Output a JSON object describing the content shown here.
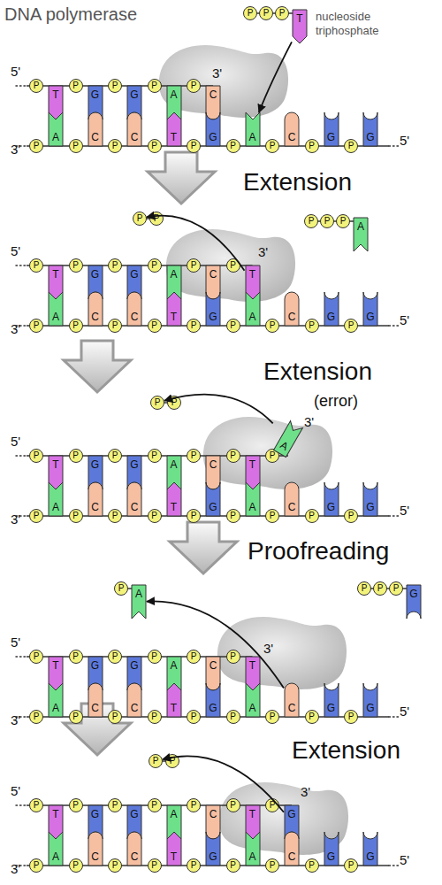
{
  "diagram": {
    "nodes": [
      {
        "text": [
          "P"
        ]
      },
      {
        "text": [
          "P"
        ]
      },
      {
        "text": [
          "P"
        ]
      },
      {
        "text": [
          "T"
        ]
      },
      {
        "text": [
          "P"
        ]
      },
      {
        "text": [
          "T"
        ]
      },
      {
        "text": [
          "P"
        ]
      },
      {
        "text": [
          "G"
        ]
      },
      {
        "text": [
          "P"
        ]
      },
      {
        "text": [
          "G"
        ]
      },
      {
        "text": [
          "P"
        ]
      },
      {
        "text": [
          "A"
        ]
      },
      {
        "text": [
          "P"
        ]
      },
      {
        "text": [
          "C"
        ]
      },
      {
        "text": [
          "P"
        ]
      },
      {
        "text": [
          "A"
        ]
      },
      {
        "text": [
          "P"
        ]
      },
      {
        "text": [
          "C"
        ]
      },
      {
        "text": [
          "P"
        ]
      },
      {
        "text": [
          "C"
        ]
      },
      {
        "text": [
          "P"
        ]
      },
      {
        "text": [
          "T"
        ]
      },
      {
        "text": [
          "P"
        ]
      },
      {
        "text": [
          "G"
        ]
      },
      {
        "text": [
          "P"
        ]
      },
      {
        "text": [
          "A"
        ]
      },
      {
        "text": [
          "P"
        ]
      },
      {
        "text": [
          "C"
        ]
      },
      {
        "text": [
          "P"
        ]
      },
      {
        "text": [
          "G"
        ]
      },
      {
        "text": [
          "P"
        ]
      },
      {
        "text": [
          "G"
        ]
      },
      {
        "text": [
          "P"
        ]
      },
      {
        "text": [
          "P"
        ]
      },
      {
        "text": [
          "P"
        ]
      },
      {
        "text": [
          "P"
        ]
      },
      {
        "text": [
          "P"
        ]
      },
      {
        "text": [
          "A"
        ]
      },
      {
        "text": [
          "P"
        ]
      },
      {
        "text": [
          "T"
        ]
      },
      {
        "text": [
          "P"
        ]
      },
      {
        "text": [
          "G"
        ]
      },
      {
        "text": [
          "P"
        ]
      },
      {
        "text": [
          "G"
        ]
      },
      {
        "text": [
          "P"
        ]
      },
      {
        "text": [
          "A"
        ]
      },
      {
        "text": [
          "P"
        ]
      },
      {
        "text": [
          "C"
        ]
      },
      {
        "text": [
          "P"
        ]
      },
      {
        "text": [
          "T"
        ]
      },
      {
        "text": [
          "P"
        ]
      },
      {
        "text": [
          "A"
        ]
      },
      {
        "text": [
          "P"
        ]
      },
      {
        "text": [
          "C"
        ]
      },
      {
        "text": [
          "P"
        ]
      },
      {
        "text": [
          "C"
        ]
      },
      {
        "text": [
          "P"
        ]
      },
      {
        "text": [
          "T"
        ]
      },
      {
        "text": [
          "P"
        ]
      },
      {
        "text": [
          "G"
        ]
      },
      {
        "text": [
          "P"
        ]
      },
      {
        "text": [
          "A"
        ]
      },
      {
        "text": [
          "P"
        ]
      },
      {
        "text": [
          "C"
        ]
      },
      {
        "text": [
          "P"
        ]
      },
      {
        "text": [
          "G"
        ]
      },
      {
        "text": [
          "P"
        ]
      },
      {
        "text": [
          "G"
        ]
      },
      {
        "text": [
          "P"
        ]
      },
      {
        "text": [
          "P"
        ]
      },
      {
        "text": [
          "P"
        ]
      },
      {
        "text": [
          "T"
        ]
      },
      {
        "text": [
          "P"
        ]
      },
      {
        "text": [
          "G"
        ]
      },
      {
        "text": [
          "P"
        ]
      },
      {
        "text": [
          "G"
        ]
      },
      {
        "text": [
          "P"
        ]
      },
      {
        "text": [
          "A"
        ]
      },
      {
        "text": [
          "P"
        ]
      },
      {
        "text": [
          "C"
        ]
      },
      {
        "text": [
          "P"
        ]
      },
      {
        "text": [
          "T"
        ]
      },
      {
        "text": [
          "P"
        ]
      },
      {
        "text": [
          "A"
        ]
      },
      {
        "text": [
          "P"
        ]
      },
      {
        "text": [
          "A"
        ]
      },
      {
        "text": [
          "P"
        ]
      },
      {
        "text": [
          "C"
        ]
      },
      {
        "text": [
          "P"
        ]
      },
      {
        "text": [
          "C"
        ]
      },
      {
        "text": [
          "P"
        ]
      },
      {
        "text": [
          "T"
        ]
      },
      {
        "text": [
          "P"
        ]
      },
      {
        "text": [
          "G"
        ]
      },
      {
        "text": [
          "P"
        ]
      },
      {
        "text": [
          "A"
        ]
      },
      {
        "text": [
          "P"
        ]
      },
      {
        "text": [
          "C"
        ]
      },
      {
        "text": [
          "P"
        ]
      },
      {
        "text": [
          "G"
        ]
      },
      {
        "text": [
          "P"
        ]
      },
      {
        "text": [
          "G"
        ]
      },
      {
        "text": [
          "P"
        ]
      },
      {
        "text": [
          "A"
        ]
      },
      {
        "text": [
          "P"
        ]
      },
      {
        "text": [
          "P"
        ]
      },
      {
        "text": [
          "P"
        ]
      },
      {
        "text": [
          "G"
        ]
      },
      {
        "text": [
          "P"
        ]
      },
      {
        "text": [
          "T"
        ]
      },
      {
        "text": [
          "P"
        ]
      },
      {
        "text": [
          "G"
        ]
      },
      {
        "text": [
          "P"
        ]
      },
      {
        "text": [
          "G"
        ]
      },
      {
        "text": [
          "P"
        ]
      },
      {
        "text": [
          "A"
        ]
      },
      {
        "text": [
          "P"
        ]
      },
      {
        "text": [
          "C"
        ]
      },
      {
        "text": [
          "P"
        ]
      },
      {
        "text": [
          "T"
        ]
      },
      {
        "text": [
          "P"
        ]
      },
      {
        "text": [
          "A"
        ]
      },
      {
        "text": [
          "P"
        ]
      },
      {
        "text": [
          "C"
        ]
      },
      {
        "text": [
          "P"
        ]
      },
      {
        "text": [
          "C"
        ]
      },
      {
        "text": [
          "P"
        ]
      },
      {
        "text": [
          "T"
        ]
      },
      {
        "text": [
          "P"
        ]
      },
      {
        "text": [
          "G"
        ]
      },
      {
        "text": [
          "P"
        ]
      },
      {
        "text": [
          "A"
        ]
      },
      {
        "text": [
          "P"
        ]
      },
      {
        "text": [
          "C"
        ]
      },
      {
        "text": [
          "P"
        ]
      },
      {
        "text": [
          "G"
        ]
      },
      {
        "text": [
          "P"
        ]
      },
      {
        "text": [
          "G"
        ]
      },
      {
        "text": [
          "P"
        ]
      },
      {
        "text": [
          "P"
        ]
      },
      {
        "text": [
          "P"
        ]
      },
      {
        "text": [
          "T"
        ]
      },
      {
        "text": [
          "P"
        ]
      },
      {
        "text": [
          "G"
        ]
      },
      {
        "text": [
          "P"
        ]
      },
      {
        "text": [
          "G"
        ]
      },
      {
        "text": [
          "P"
        ]
      },
      {
        "text": [
          "A"
        ]
      },
      {
        "text": [
          "P"
        ]
      },
      {
        "text": [
          "C"
        ]
      },
      {
        "text": [
          "P"
        ]
      },
      {
        "text": [
          "T"
        ]
      },
      {
        "text": [
          "P"
        ]
      },
      {
        "text": [
          "G"
        ]
      },
      {
        "text": [
          "P"
        ]
      },
      {
        "text": [
          "A"
        ]
      },
      {
        "text": [
          "P"
        ]
      },
      {
        "text": [
          "C"
        ]
      },
      {
        "text": [
          "P"
        ]
      },
      {
        "text": [
          "C"
        ]
      },
      {
        "text": [
          "P"
        ]
      },
      {
        "text": [
          "T"
        ]
      },
      {
        "text": [
          "P"
        ]
      },
      {
        "text": [
          "G"
        ]
      },
      {
        "text": [
          "P"
        ]
      },
      {
        "text": [
          "A"
        ]
      },
      {
        "text": [
          "P"
        ]
      },
      {
        "text": [
          "C"
        ]
      },
      {
        "text": [
          "P"
        ]
      },
      {
        "text": [
          "G"
        ]
      },
      {
        "text": [
          "P"
        ]
      },
      {
        "text": [
          "G"
        ]
      }
    ],
    "edges": [
      {
        "from": 3,
        "to": 25,
        "arrow": "to"
      },
      {
        "from": 49,
        "to": 32,
        "arrow": "to"
      },
      {
        "from": 83,
        "to": 68,
        "arrow": "to"
      },
      {
        "from": 133,
        "to": 103,
        "arrow": "to"
      },
      {
        "from": 153,
        "to": 138,
        "arrow": "to"
      }
    ],
    "labels": [
      "DNA polymerase",
      "nucleoside triphosphate",
      "5'",
      "3'",
      "3'",
      "5'",
      "Extension",
      "5'",
      "3'",
      "3'",
      "5'",
      "Extension",
      "(error)",
      "5'",
      "3'",
      "3'",
      "5'",
      "Proofreading",
      "5'",
      "3'",
      "3'",
      "5'",
      "Extension",
      "5'",
      "3'",
      "3'",
      "5'"
    ]
  }
}
